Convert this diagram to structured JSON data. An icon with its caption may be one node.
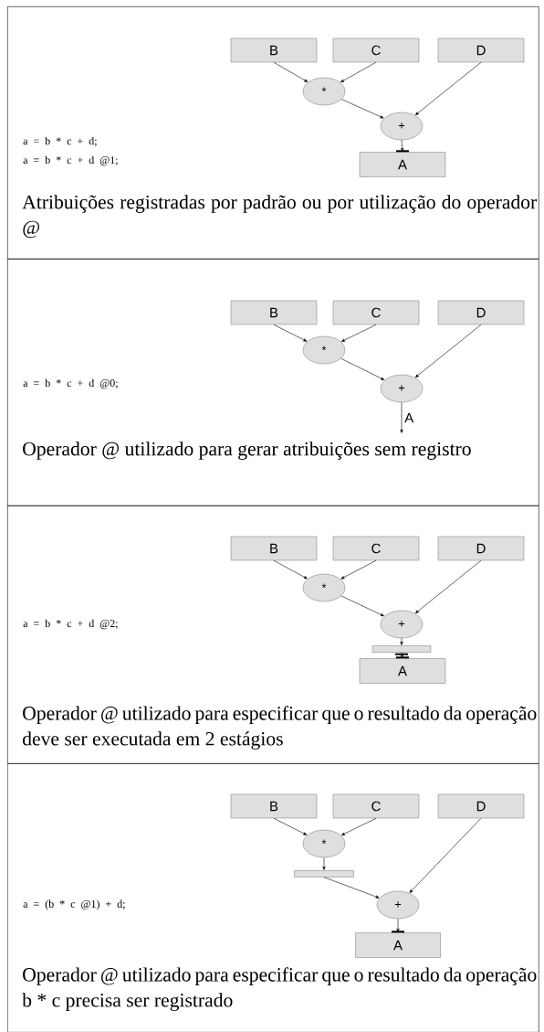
{
  "diagram": {
    "nodes": [
      {
        "text": [
          "a = b * c + d;",
          "a = b * c + d @1;",
          "Atribuições registradas por padrão ou por utilização do operador @"
        ]
      },
      {
        "text": [
          "B"
        ],
        "in": 0
      },
      {
        "text": [
          "C"
        ],
        "in": 0
      },
      {
        "text": [
          "D"
        ],
        "in": 0
      },
      {
        "text": [
          "*"
        ],
        "in": 0
      },
      {
        "text": [
          "+"
        ],
        "in": 0
      },
      {
        "text": [
          "A"
        ],
        "in": 0
      },
      {
        "text": [
          "a = b * c + d @0;",
          "Operador @ utilizado para gerar atribuições sem registro"
        ]
      },
      {
        "text": [
          "B"
        ],
        "in": 7
      },
      {
        "text": [
          "C"
        ],
        "in": 7
      },
      {
        "text": [
          "D"
        ],
        "in": 7
      },
      {
        "text": [
          "*"
        ],
        "in": 7
      },
      {
        "text": [
          "+"
        ],
        "in": 7
      },
      {
        "text": [
          "a = b * c + d @2;",
          "Operador @ utilizado para especificar que o resultado da operação deve ser executada em 2 estágios"
        ]
      },
      {
        "text": [
          "B"
        ],
        "in": 13
      },
      {
        "text": [
          "C"
        ],
        "in": 13
      },
      {
        "text": [
          "D"
        ],
        "in": 13
      },
      {
        "text": [
          "*"
        ],
        "in": 13
      },
      {
        "text": [
          "+"
        ],
        "in": 13
      },
      {
        "text": [],
        "shape": "bar",
        "in": 13
      },
      {
        "text": [
          "A"
        ],
        "in": 13
      },
      {
        "text": [
          "a = (b * c @1) + d;",
          "Operador @ utilizado para especificar que o resultado da operação b * c precisa ser registrado"
        ]
      },
      {
        "text": [
          "B"
        ],
        "in": 21
      },
      {
        "text": [
          "C"
        ],
        "in": 21
      },
      {
        "text": [
          "D"
        ],
        "in": 21
      },
      {
        "text": [
          "*"
        ],
        "in": 21
      },
      {
        "text": [],
        "shape": "bar",
        "in": 21
      },
      {
        "text": [
          "+"
        ],
        "in": 21
      },
      {
        "text": [
          "A"
        ],
        "in": 21
      }
    ],
    "edges": [
      {
        "from": 1,
        "to": 4,
        "arrow": "to"
      },
      {
        "from": 2,
        "to": 4,
        "arrow": "to"
      },
      {
        "from": 4,
        "to": 5,
        "arrow": "to"
      },
      {
        "from": 3,
        "to": 5,
        "arrow": "to"
      },
      {
        "from": 5,
        "to": 6,
        "arrow": "to"
      },
      {
        "from": 8,
        "to": 11,
        "arrow": "to"
      },
      {
        "from": 9,
        "to": 11,
        "arrow": "to"
      },
      {
        "from": 11,
        "to": 12,
        "arrow": "to"
      },
      {
        "from": 10,
        "to": 12,
        "arrow": "to"
      },
      {
        "from": 12,
        "to": null,
        "arrow": "to",
        "label": "A"
      },
      {
        "from": 14,
        "to": 17,
        "arrow": "to"
      },
      {
        "from": 15,
        "to": 17,
        "arrow": "to"
      },
      {
        "from": 17,
        "to": 18,
        "arrow": "to"
      },
      {
        "from": 16,
        "to": 18,
        "arrow": "to"
      },
      {
        "from": 18,
        "to": 19,
        "arrow": "to"
      },
      {
        "from": 19,
        "to": 20,
        "arrow": "to"
      },
      {
        "from": 22,
        "to": 25,
        "arrow": "to"
      },
      {
        "from": 23,
        "to": 25,
        "arrow": "to"
      },
      {
        "from": 25,
        "to": 26,
        "arrow": "to"
      },
      {
        "from": 26,
        "to": 27,
        "arrow": "to"
      },
      {
        "from": 24,
        "to": 27,
        "arrow": "to"
      },
      {
        "from": 27,
        "to": 28,
        "arrow": "to"
      }
    ]
  }
}
